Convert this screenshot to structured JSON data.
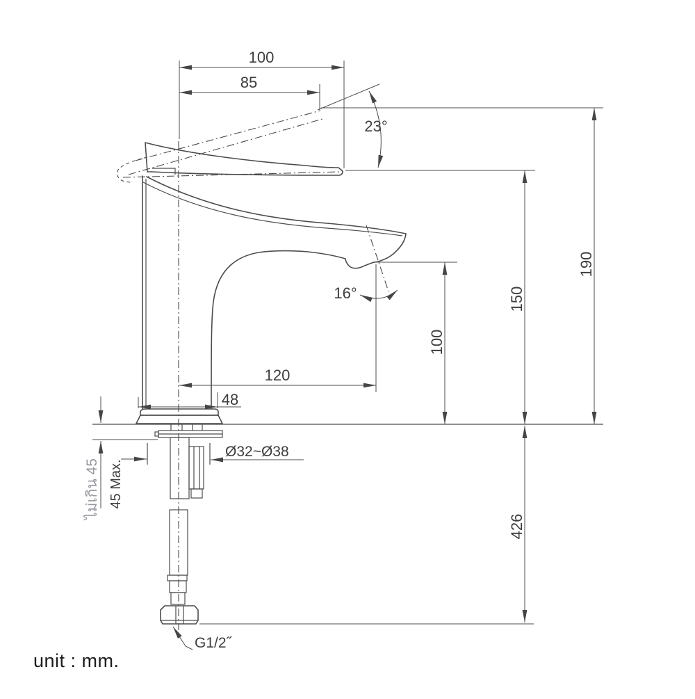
{
  "diagram": {
    "type": "technical-drawing",
    "subject": "Single-lever basin faucet side elevation with installation dimensions",
    "unit_note": "unit : mm.",
    "labels": {
      "top_width": "100",
      "handle_width": "85",
      "handle_angle": "23°",
      "overall_height": "190",
      "spout_top_height": "150",
      "outlet_height": "100",
      "outlet_angle": "16°",
      "spout_reach": "120",
      "base_width": "48",
      "hole_diameter": "Ø32~Ø38",
      "max_deck_thickness_thai": "ไม่เกิน 45",
      "max_deck_thickness": "45 Max.",
      "hose_length": "426",
      "thread_size": "G1/2˝"
    },
    "colors": {
      "line": "#4c4c4c",
      "text": "#3d3d3d",
      "muted": "#97979e",
      "dark": "#1c1c1c",
      "bg": "#ffffff"
    }
  }
}
